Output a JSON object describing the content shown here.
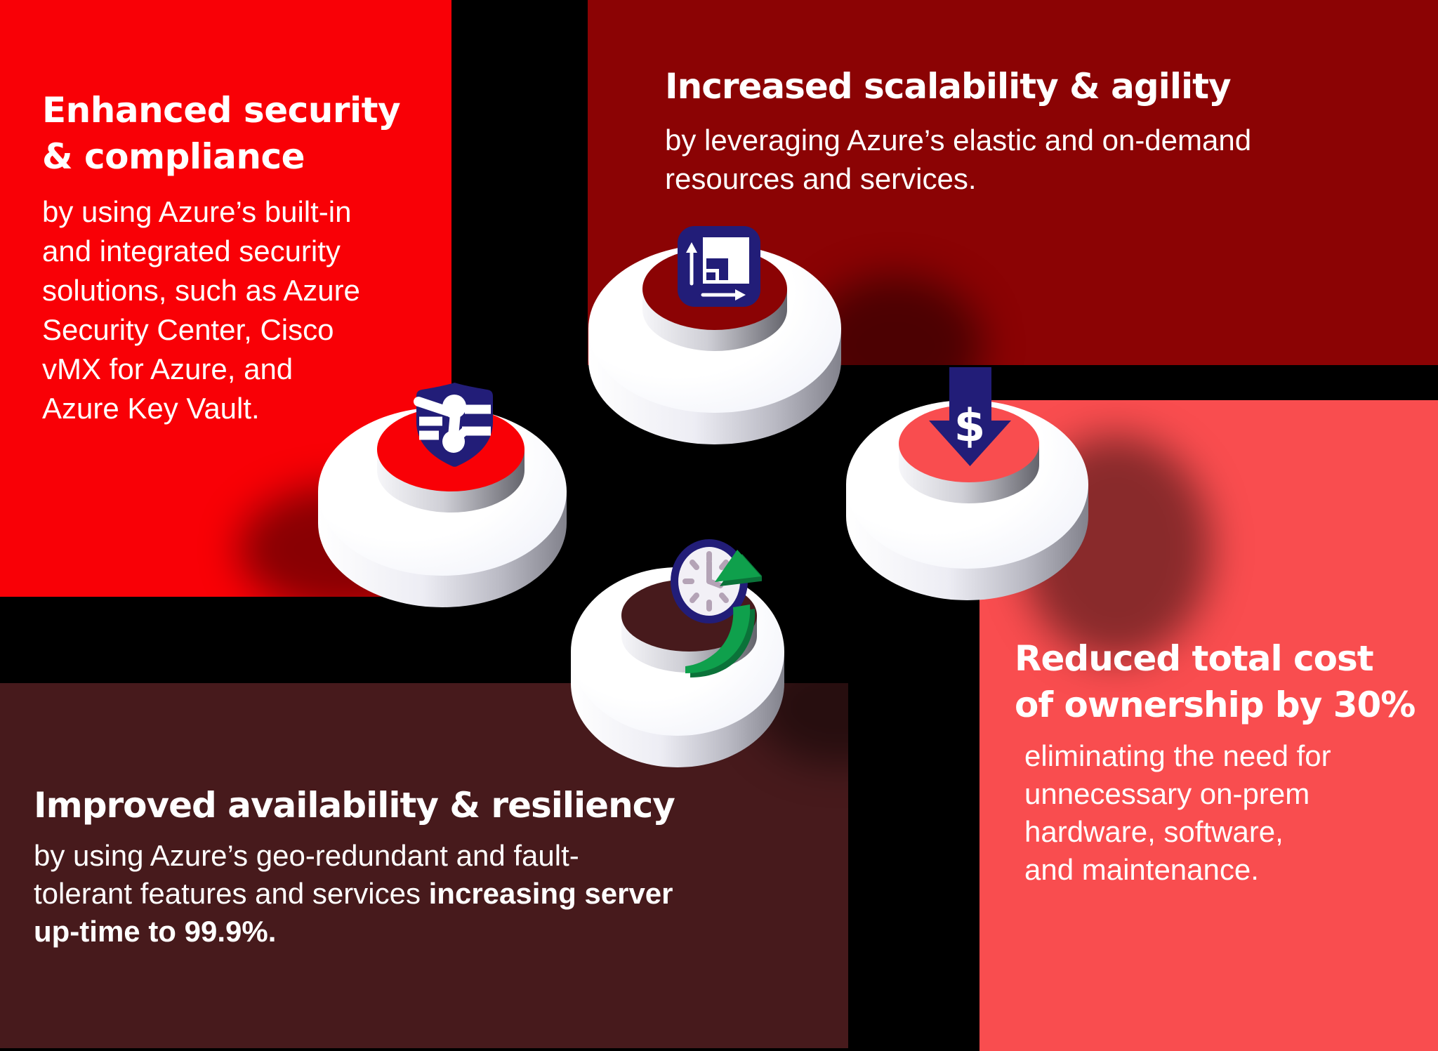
{
  "colors": {
    "bright_red": "#F90006",
    "dark_red": "#8B0304",
    "maroon": "#471A1C",
    "coral": "#F94D4F",
    "navy": "#221D78",
    "green": "#0FA04C",
    "green_dark": "#0B7239",
    "white": "#FFFFFF",
    "clock_hand": "#B4A3B6",
    "clock_face": "#F2F0F6"
  },
  "panels": {
    "enhanced": {
      "title_line1": "Enhanced security",
      "title_line2": "& compliance",
      "body_lines": [
        "by using Azure’s built-in",
        "and integrated security",
        "solutions, such as Azure",
        "Security Center, Cisco",
        "vMX for Azure, and",
        "Azure Key Vault."
      ]
    },
    "increased": {
      "title": "Increased scalability & agility",
      "body_line1": "by leveraging Azure’s elastic and on-demand",
      "body_line2": "resources and services."
    },
    "improved": {
      "title": "Improved availability & resiliency",
      "body_line1": "by using Azure’s geo-redundant and fault-",
      "body_line2_regular": "tolerant features and services ",
      "body_line2_bold": "increasing server",
      "body_line3_bold": "up-time to 99.9%."
    },
    "reduced": {
      "title_line1": "Reduced total cost",
      "title_line2": "of ownership by 30%",
      "body_lines": [
        "eliminating the need for",
        "unnecessary on-prem",
        "hardware, software,",
        "and maintenance."
      ]
    }
  },
  "icons": {
    "security": "shield-circuit-icon",
    "scalability": "scale-resize-icon",
    "cost": "dollar-down-arrow-icon",
    "availability": "clock-uptime-arrow-icon",
    "dollar_sign": "$"
  }
}
